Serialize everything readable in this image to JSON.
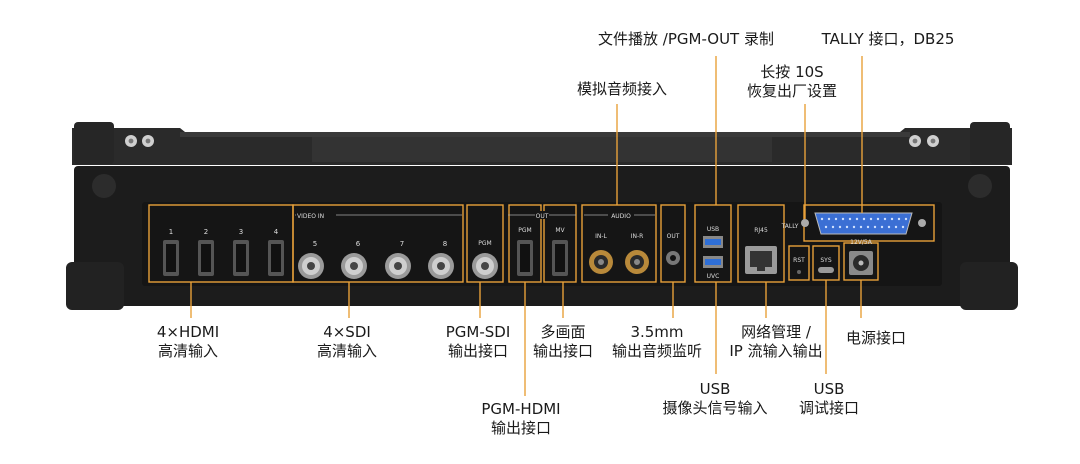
{
  "callouts": {
    "file_playback": "文件播放 /PGM-OUT 录制",
    "tally": "TALLY 接口，DB25",
    "analog_audio": "模拟音频接入",
    "reset_line1": "长按 10S",
    "reset_line2": "恢复出厂设置",
    "hdmi_in_line1": "4×HDMI",
    "hdmi_in_line2": "高清输入",
    "sdi_in_line1": "4×SDI",
    "sdi_in_line2": "高清输入",
    "pgm_sdi_line1": "PGM-SDI",
    "pgm_sdi_line2": "输出接口",
    "multiview_line1": "多画面",
    "multiview_line2": "输出接口",
    "audio_out_line1": "3.5mm",
    "audio_out_line2": "输出音频监听",
    "network_line1": "网络管理 /",
    "network_line2": "IP 流输入输出",
    "power": "电源接口",
    "pgm_hdmi_line1": "PGM-HDMI",
    "pgm_hdmi_line2": "输出接口",
    "usb_camera_line1": "USB",
    "usb_camera_line2": "摄像头信号输入",
    "usb_debug_line1": "USB",
    "usb_debug_line2": "调试接口"
  },
  "panel": {
    "video_in": "VIDEO IN",
    "out": "OUT",
    "audio": "AUDIO",
    "hdmi_numbers": [
      "1",
      "2",
      "3",
      "4"
    ],
    "sdi_numbers": [
      "5",
      "6",
      "7",
      "8"
    ],
    "pgm_sdi": "PGM",
    "pgm_hdmi": "PGM",
    "mv": "MV",
    "in_l": "IN-L",
    "in_r": "IN-R",
    "audio_out": "OUT",
    "usb": "USB",
    "uvc": "UVC",
    "rj45": "RJ45",
    "tally": "TALLY",
    "rst": "RST",
    "sys": "SYS",
    "power_rating": "12V/5A"
  },
  "colors": {
    "callout_line": "#e8a13a",
    "chassis": "#1c1c1c",
    "usb_blue": "#2f6fd6",
    "db25_blue": "#3b6fd4"
  }
}
